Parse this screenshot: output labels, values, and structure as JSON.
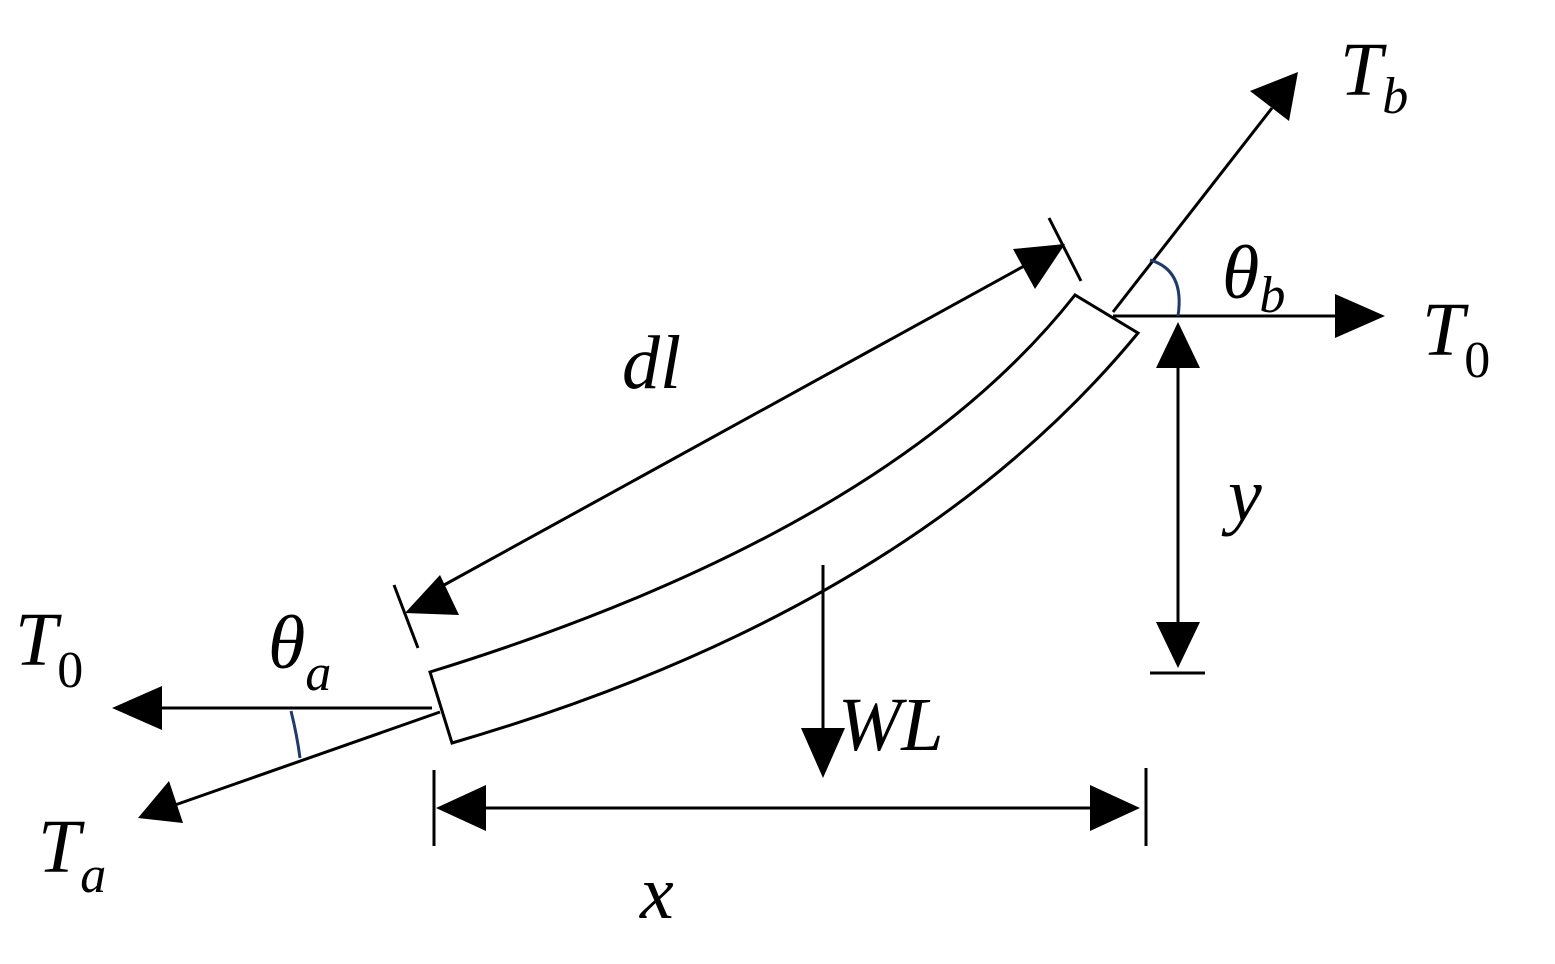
{
  "labels": {
    "tb": {
      "main": "T",
      "sub": "b"
    },
    "theta_b": {
      "main": "θ",
      "sub": "b"
    },
    "t0_right": {
      "main": "T",
      "sub": "0"
    },
    "dl": "dl",
    "y": "y",
    "t0_left": {
      "main": "T",
      "sub": "0"
    },
    "theta_a": {
      "main": "θ",
      "sub": "a"
    },
    "wl": "WL",
    "ta": {
      "main": "T",
      "sub": "a"
    },
    "x": "x"
  },
  "colors": {
    "line": "#000000",
    "angle_arc": "#1f3a6b",
    "background": "#ffffff"
  }
}
